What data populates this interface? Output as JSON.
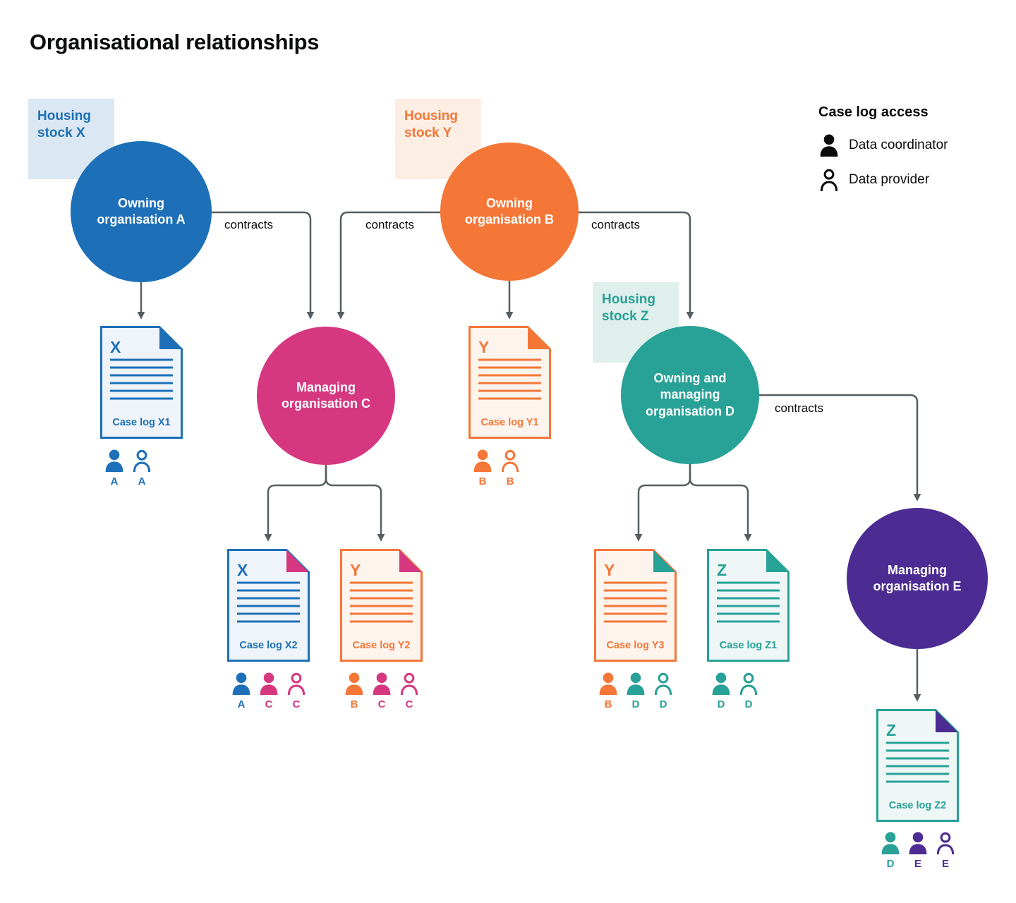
{
  "title": "Organisational relationships",
  "labels": {
    "contracts": "contracts"
  },
  "colors": {
    "blue": "#1d70b8",
    "orange": "#f47738",
    "pink": "#d53880",
    "teal": "#28a197",
    "purple": "#4c2c92",
    "connector_gray": "#565e62",
    "text": "#0b0c0c",
    "stock_x_background": "#dbe7f2",
    "stock_y_background": "#fdeee4",
    "stock_z_background": "#dfefec"
  },
  "legend": {
    "title": "Case log access",
    "items": [
      {
        "icon": "person-filled-icon",
        "label": "Data coordinator"
      },
      {
        "icon": "person-outline-icon",
        "label": "Data provider"
      }
    ]
  },
  "housing_stocks": [
    {
      "id": "X",
      "label": "Housing stock X",
      "color": "#1d70b8"
    },
    {
      "id": "Y",
      "label": "Housing stock Y",
      "color": "#f47738"
    },
    {
      "id": "Z",
      "label": "Housing stock Z",
      "color": "#28a197"
    }
  ],
  "organisations": [
    {
      "id": "A",
      "label": "Owning organisation A",
      "color": "#1d70b8"
    },
    {
      "id": "B",
      "label": "Owning organisation B",
      "color": "#f47738"
    },
    {
      "id": "C",
      "label": "Managing organisation C",
      "color": "#d53880"
    },
    {
      "id": "D",
      "label": "Owning and managing organisation D",
      "color": "#28a197"
    },
    {
      "id": "E",
      "label": "Managing organisation E",
      "color": "#4c2c92"
    }
  ],
  "case_logs": [
    {
      "id": "X1",
      "letter": "X",
      "label": "Case log X1",
      "color": "#1d70b8",
      "corner_color": "#1d70b8",
      "access": [
        {
          "role": "Data coordinator",
          "org": "A"
        },
        {
          "role": "Data provider",
          "org": "A"
        }
      ]
    },
    {
      "id": "Y1",
      "letter": "Y",
      "label": "Case log Y1",
      "color": "#f47738",
      "corner_color": "#f47738",
      "access": [
        {
          "role": "Data coordinator",
          "org": "B"
        },
        {
          "role": "Data provider",
          "org": "B"
        }
      ]
    },
    {
      "id": "X2",
      "letter": "X",
      "label": "Case log X2",
      "color": "#1d70b8",
      "corner_color": "#d53880",
      "access": [
        {
          "role": "Data coordinator",
          "org": "A"
        },
        {
          "role": "Data coordinator",
          "org": "C"
        },
        {
          "role": "Data provider",
          "org": "C"
        }
      ]
    },
    {
      "id": "Y2",
      "letter": "Y",
      "label": "Case log Y2",
      "color": "#f47738",
      "corner_color": "#d53880",
      "access": [
        {
          "role": "Data coordinator",
          "org": "B"
        },
        {
          "role": "Data coordinator",
          "org": "C"
        },
        {
          "role": "Data provider",
          "org": "C"
        }
      ]
    },
    {
      "id": "Y3",
      "letter": "Y",
      "label": "Case log Y3",
      "color": "#f47738",
      "corner_color": "#28a197",
      "access": [
        {
          "role": "Data coordinator",
          "org": "B"
        },
        {
          "role": "Data coordinator",
          "org": "D"
        },
        {
          "role": "Data provider",
          "org": "D"
        }
      ]
    },
    {
      "id": "Z1",
      "letter": "Z",
      "label": "Case log Z1",
      "color": "#28a197",
      "corner_color": "#28a197",
      "access": [
        {
          "role": "Data coordinator",
          "org": "D"
        },
        {
          "role": "Data provider",
          "org": "D"
        }
      ]
    },
    {
      "id": "Z2",
      "letter": "Z",
      "label": "Case log Z2",
      "color": "#28a197",
      "corner_color": "#4c2c92",
      "access": [
        {
          "role": "Data coordinator",
          "org": "D"
        },
        {
          "role": "Data coordinator",
          "org": "E"
        },
        {
          "role": "Data provider",
          "org": "E"
        }
      ]
    }
  ]
}
